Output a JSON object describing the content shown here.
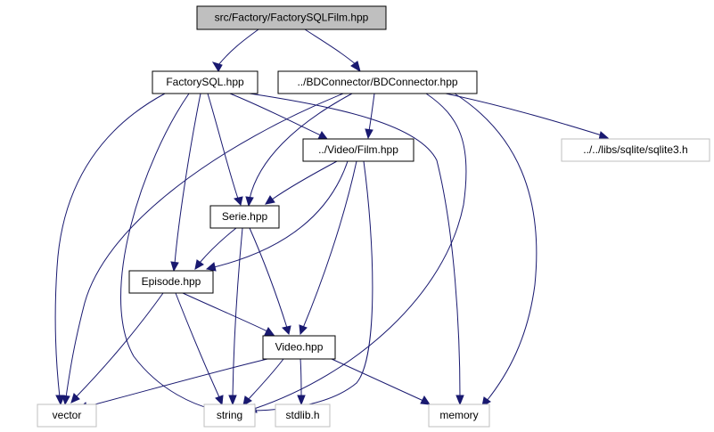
{
  "colors": {
    "edge": "#191970",
    "root_fill": "#bfbfbf",
    "node_border": "#000000",
    "system_border": "#bfbfbf",
    "background": "#ffffff"
  },
  "nodes": {
    "root": {
      "label": "src/Factory/FactorySQLFilm.hpp",
      "kind": "root"
    },
    "factorysql": {
      "label": "FactorySQL.hpp",
      "kind": "file"
    },
    "bdconnector": {
      "label": "../BDConnector/BDConnector.hpp",
      "kind": "file"
    },
    "film": {
      "label": "../Video/Film.hpp",
      "kind": "file"
    },
    "sqlite3": {
      "label": "../../libs/sqlite/sqlite3.h",
      "kind": "system"
    },
    "serie": {
      "label": "Serie.hpp",
      "kind": "file"
    },
    "episode": {
      "label": "Episode.hpp",
      "kind": "file"
    },
    "video": {
      "label": "Video.hpp",
      "kind": "file"
    },
    "vector": {
      "label": "vector",
      "kind": "system"
    },
    "string": {
      "label": "string",
      "kind": "system"
    },
    "stdlib": {
      "label": "stdlib.h",
      "kind": "system"
    },
    "memory": {
      "label": "memory",
      "kind": "system"
    }
  },
  "edges": [
    [
      "root",
      "factorysql"
    ],
    [
      "root",
      "bdconnector"
    ],
    [
      "factorysql",
      "vector"
    ],
    [
      "factorysql",
      "string"
    ],
    [
      "factorysql",
      "serie"
    ],
    [
      "factorysql",
      "episode"
    ],
    [
      "factorysql",
      "film"
    ],
    [
      "factorysql",
      "memory"
    ],
    [
      "bdconnector",
      "vector"
    ],
    [
      "bdconnector",
      "string"
    ],
    [
      "bdconnector",
      "serie"
    ],
    [
      "bdconnector",
      "film"
    ],
    [
      "bdconnector",
      "sqlite3"
    ],
    [
      "bdconnector",
      "memory"
    ],
    [
      "film",
      "serie"
    ],
    [
      "film",
      "episode"
    ],
    [
      "film",
      "video"
    ],
    [
      "film",
      "string"
    ],
    [
      "serie",
      "episode"
    ],
    [
      "serie",
      "video"
    ],
    [
      "serie",
      "string"
    ],
    [
      "episode",
      "video"
    ],
    [
      "episode",
      "vector"
    ],
    [
      "episode",
      "string"
    ],
    [
      "video",
      "vector"
    ],
    [
      "video",
      "string"
    ],
    [
      "video",
      "stdlib"
    ],
    [
      "video",
      "memory"
    ]
  ]
}
